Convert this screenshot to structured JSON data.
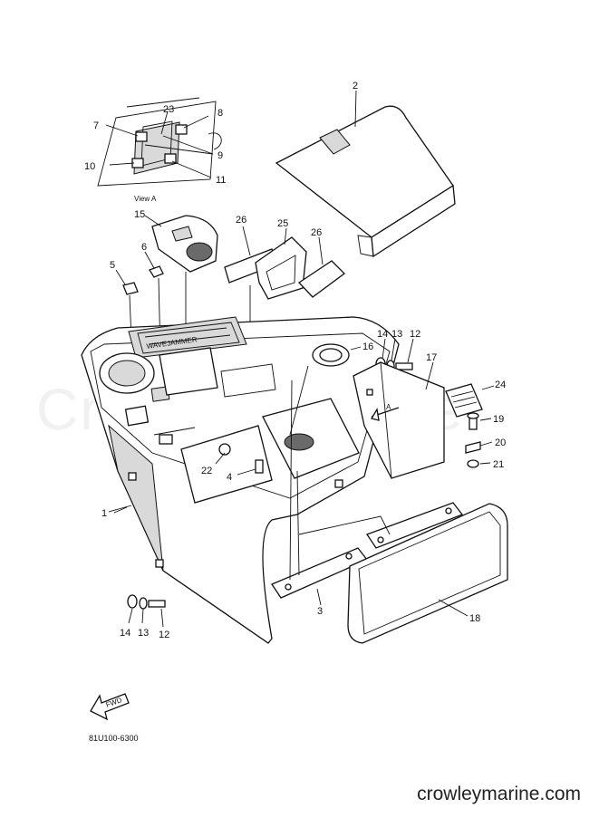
{
  "view_label": "View A",
  "arrow_label": "A",
  "fwd_label": "FWD",
  "diagram_code": "81U100-6300",
  "watermark": "Crowley Marine",
  "website": "crowleymarine.com",
  "emblem_text": "WAVEJAMMER",
  "callouts": {
    "c1": "1",
    "c2": "2",
    "c3": "3",
    "c4": "4",
    "c5": "5",
    "c6": "6",
    "c7": "7",
    "c8": "8",
    "c9": "9",
    "c10": "10",
    "c11": "11",
    "c12a": "12",
    "c12b": "12",
    "c13a": "13",
    "c13b": "13",
    "c14a": "14",
    "c14b": "14",
    "c15": "15",
    "c16": "16",
    "c17": "17",
    "c18": "18",
    "c19": "19",
    "c20": "20",
    "c21": "21",
    "c22": "22",
    "c23": "23",
    "c24": "24",
    "c25": "25",
    "c26a": "26",
    "c26b": "26"
  }
}
